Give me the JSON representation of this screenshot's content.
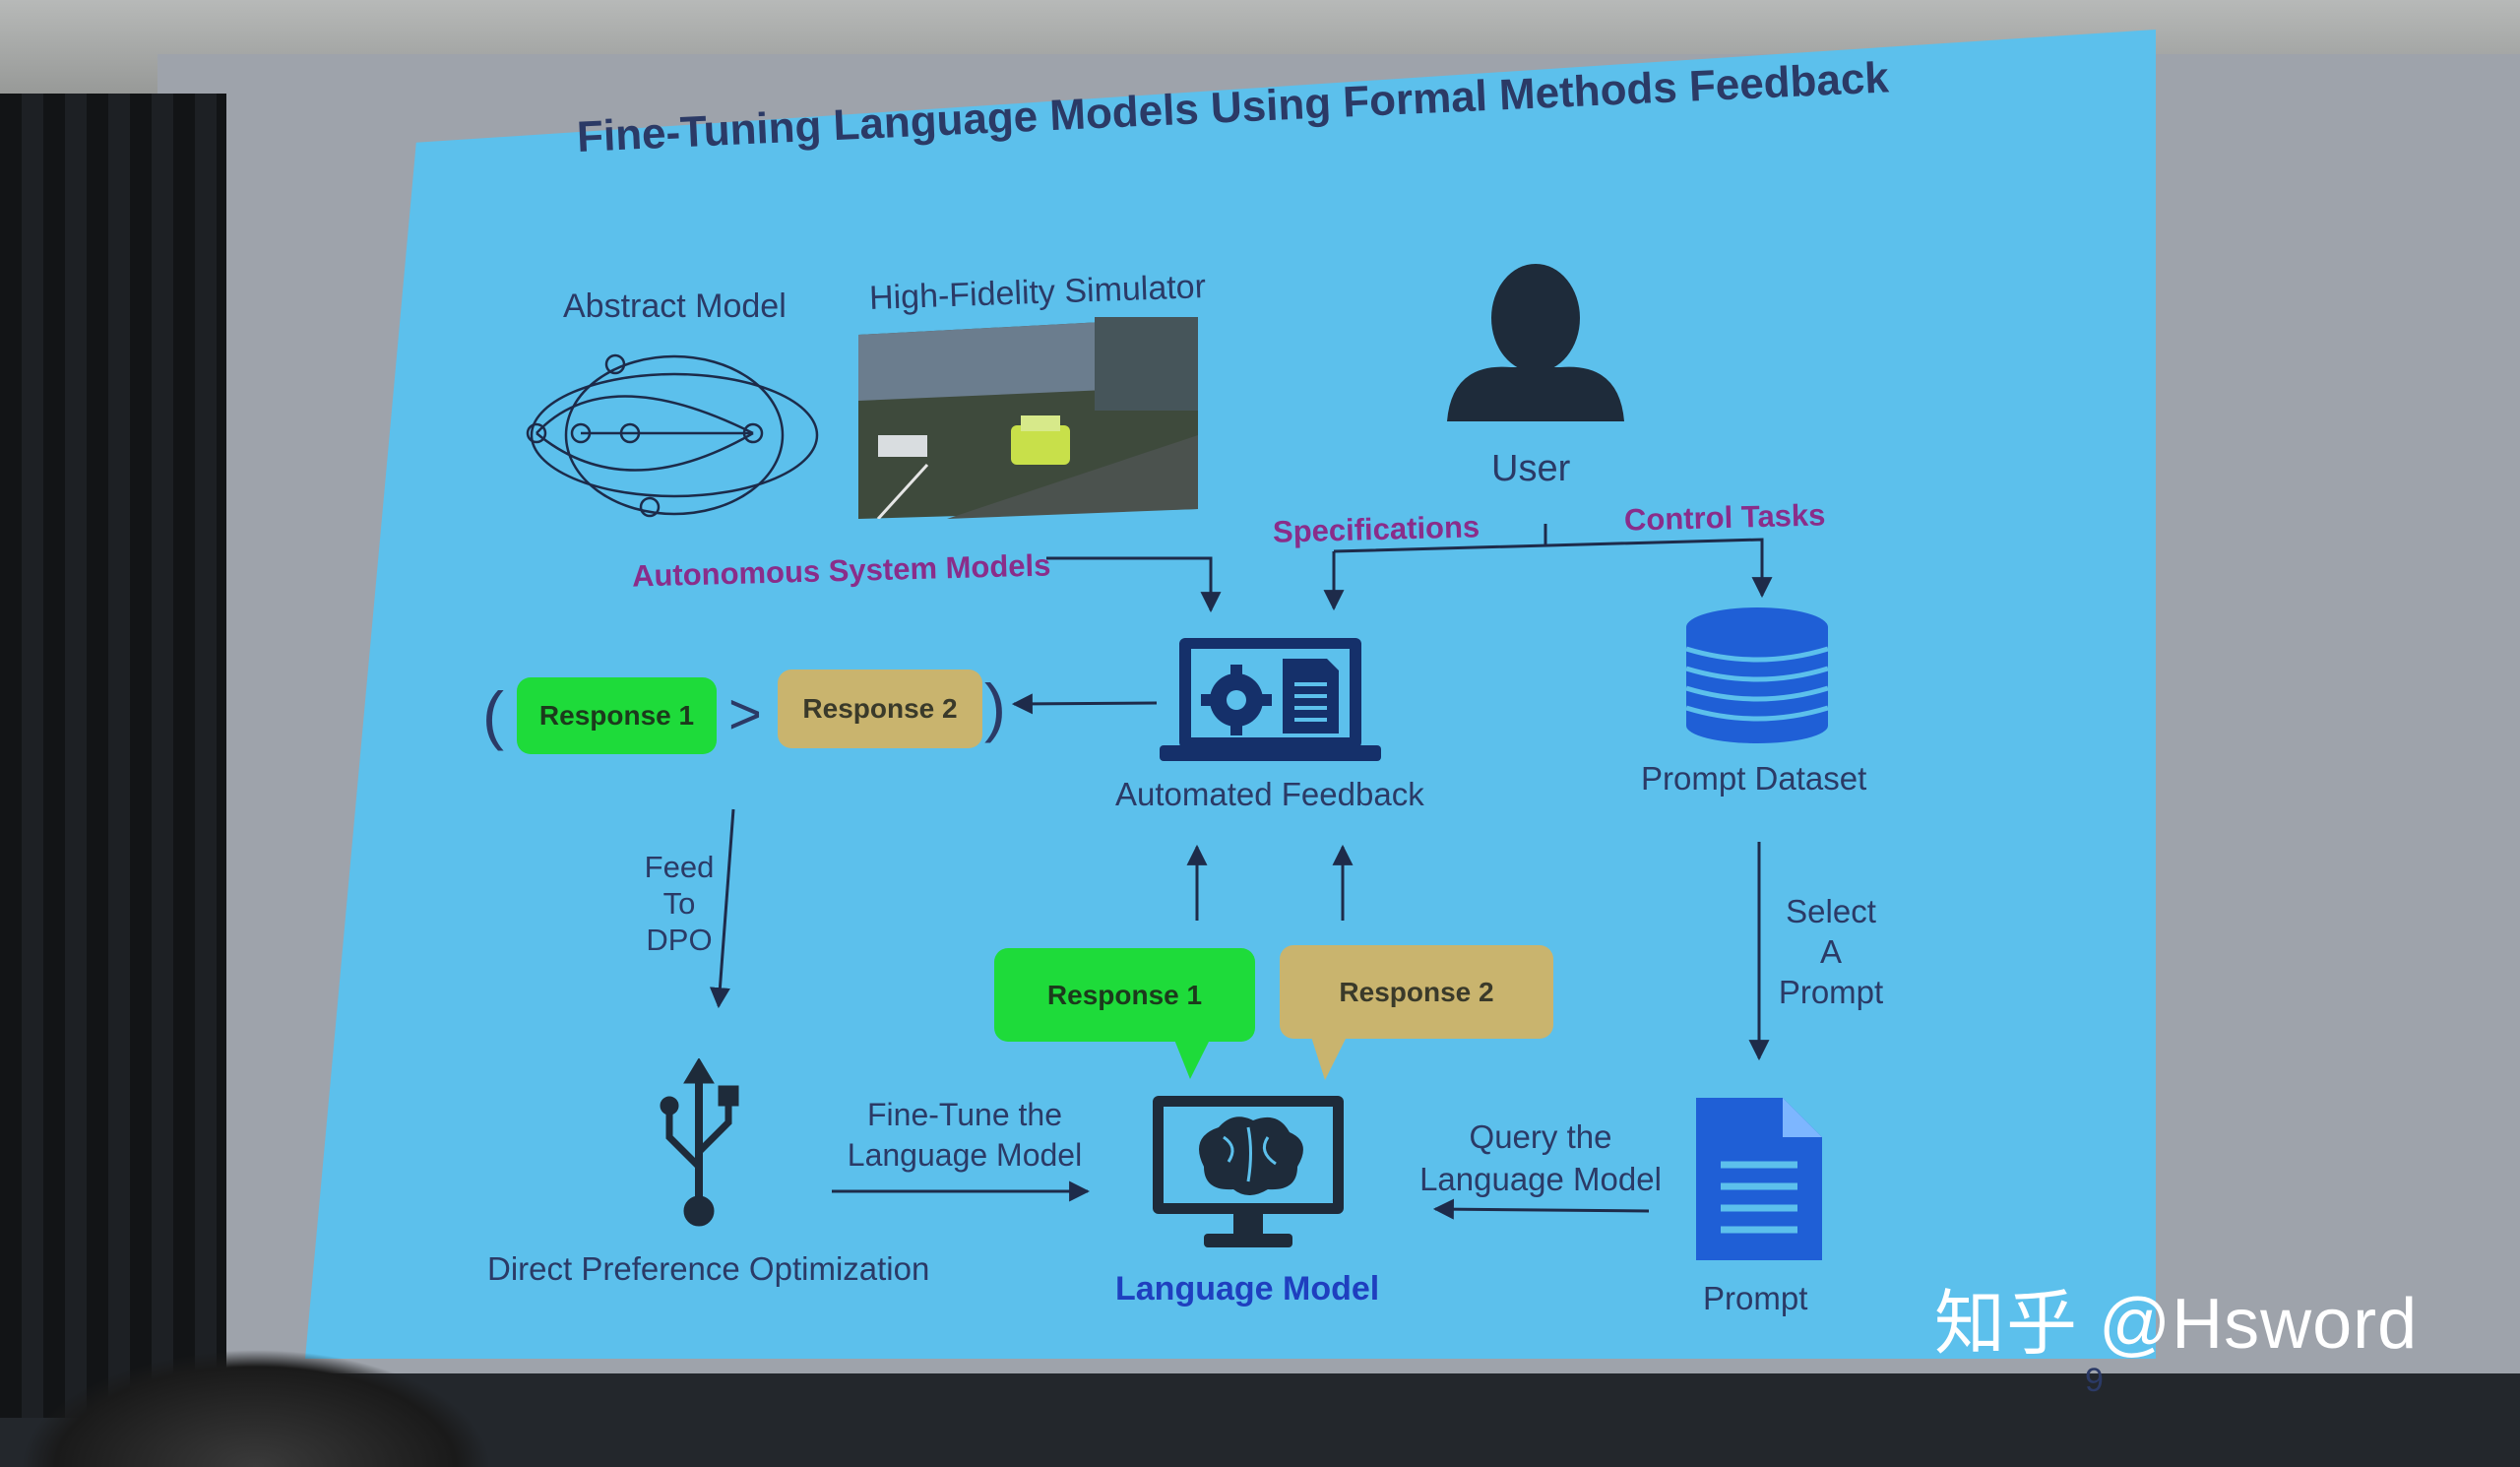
{
  "slide": {
    "title": "Fine-Tuning Language Models Using Formal Methods Feedback",
    "abstract_model_label": "Abstract Model",
    "simulator_label": "High-Fidelity Simulator",
    "user_label": "User",
    "specifications_label": "Specifications",
    "control_tasks_label": "Control Tasks",
    "autonomous_models_label": "Autonomous System Models",
    "automated_feedback_label": "Automated Feedback",
    "prompt_dataset_label": "Prompt Dataset",
    "response1_label": "Response 1",
    "response2_label": "Response 2",
    "greater_than": ">",
    "paren_open": "(",
    "paren_close": ")",
    "feed_to_dpo": [
      "Feed",
      "To",
      "DPO"
    ],
    "select_prompt": [
      "Select",
      "A",
      "Prompt"
    ],
    "dpo_label": "Direct Preference Optimization",
    "finetune_label": [
      "Fine-Tune the",
      "Language Model"
    ],
    "query_label": [
      "Query the",
      "Language Model"
    ],
    "language_model_label": "Language Model",
    "prompt_label": "Prompt",
    "page_number": "9"
  },
  "watermark": "知乎 @Hsword",
  "colors": {
    "slide_bg": "#5cc0ec",
    "text_navy": "#2b3a66",
    "magenta_label": "#8a2d8a",
    "response_green": "#1edb3a",
    "response_tan": "#c9b46e",
    "icon_blue": "#1f5fd6",
    "lm_label_blue": "#1f3fbf"
  }
}
